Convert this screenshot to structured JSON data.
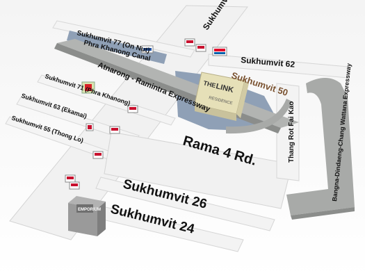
{
  "roads": {
    "sukhumvit_rd": "Sukhumvit Rd.",
    "sukhumvit_77": "Sukhumvit 77 (On Nut)",
    "phra_khanong_canal": "Phra Khanong Canal",
    "atnarong": "Atnarong - Ramintra Expressway",
    "sukhumvit_71": "Sukhumvit 71 (Phra Khanong)",
    "sukhumvit_63": "Sukhumvit 63 (Ekamai)",
    "sukhumvit_55": "Sukhumvit 55 (Thong Lo)",
    "sukhumvit_62": "Sukhumvit 62",
    "thang_rot_fai_kao": "Thang Rot Fai Kao",
    "bangna": "Bangna-Dindaeng-Chang Wattana Expressway",
    "rama_4": "Rama 4 Rd.",
    "sukhumvit_26": "Sukhumvit 26",
    "sukhumvit_24": "Sukhumvit 24"
  },
  "landmarks": {
    "the_link_line1": "THE",
    "the_link_line2": "LINK",
    "the_link_line3": "RESIDENCE",
    "sukhumvit_50": "Sukhumvit 50",
    "emporium": "EMPORIUM"
  },
  "colors": {
    "road": "#f1f1f1",
    "road_edge": "#d4d4d4",
    "expressway": "#a8aaa8",
    "canal": "#8fa0b6",
    "building": "#9a9a9a",
    "highlight": "#e3ddb4",
    "text": "#111111",
    "sukhumvit50_text": "#7a5230"
  },
  "icons": [
    "bts-station-icon",
    "carrefour-icon",
    "tesco-lotus-icon",
    "bigc-icon",
    "emporium-icon"
  ]
}
